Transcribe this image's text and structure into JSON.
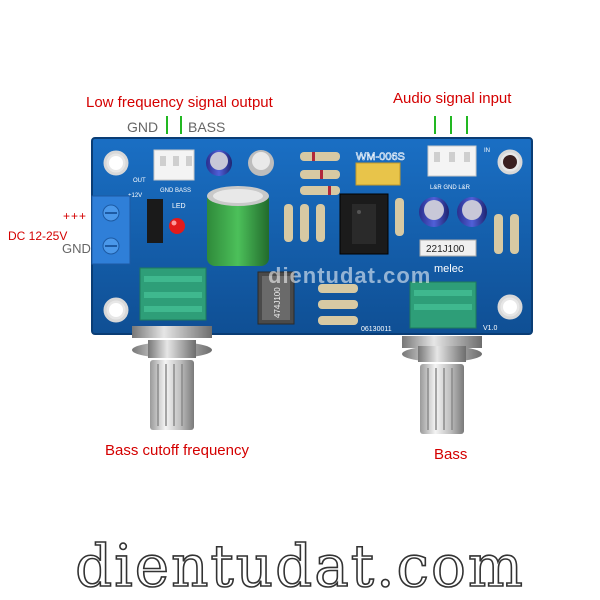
{
  "labels": {
    "low_freq_output": "Low frequency signal output",
    "audio_input": "Audio signal input",
    "gnd_top": "GND",
    "bass_top": "BASS",
    "dc_voltage": "DC 12-25V",
    "plus": "+++",
    "gnd_left": "GND",
    "bass_cutoff": "Bass cutoff frequency",
    "bass": "Bass"
  },
  "board": {
    "model": "WM-006S",
    "silk_gnd_bass": "GND BASS",
    "silk_input": "L&R GND L&R",
    "led_label": "LED",
    "code": "06130011",
    "version": "V1.0",
    "out_label": "OUT",
    "in_label": "IN",
    "v12": "+12V",
    "resistor_pack": "221J100",
    "pot_code": "474J100",
    "brand_fragment": "melec"
  },
  "watermark": {
    "bottom": "dientudat.com",
    "middle": "dientudat.com"
  },
  "colors": {
    "pcb": "#1565b8",
    "label_red": "#d40000",
    "arrow_green": "#22b822",
    "terminal_blue": "#2f7fd8",
    "pot_green": "#2e9e78"
  }
}
